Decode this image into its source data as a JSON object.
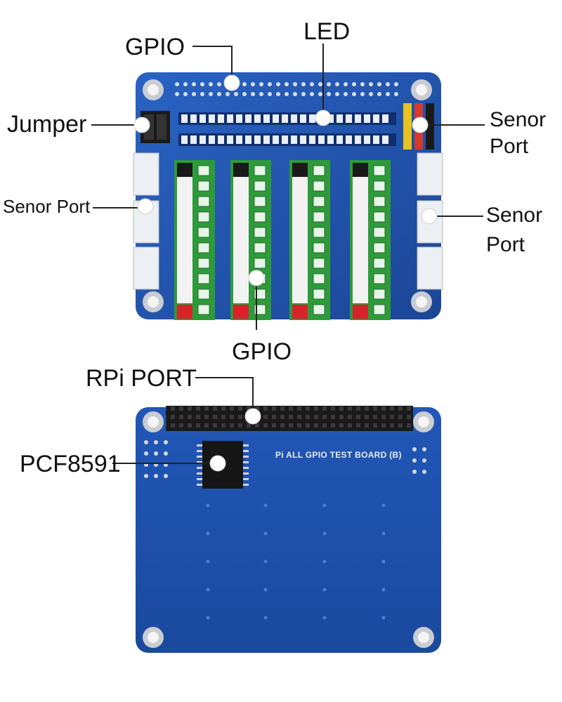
{
  "labels": {
    "gpio_top": "GPIO",
    "led": "LED",
    "jumper": "Jumper",
    "sensor_port_top_right_line1": "Senor",
    "sensor_port_top_right_line2": "Port",
    "sensor_port_left": "Senor Port",
    "sensor_port_mid_right_line1": "Senor",
    "sensor_port_mid_right_line2": "Port",
    "gpio_bottom": "GPIO",
    "rpi_port": "RPi PORT",
    "pcf8591": "PCF8591"
  },
  "board_back": {
    "title": "Pi ALL GPIO TEST BOARD (B)"
  },
  "colors": {
    "pcb_blue": "#1f4fa8",
    "terminal_green": "#2f9a3a",
    "led_white": "#e9eef6",
    "header_black": "#1a1a1a"
  }
}
